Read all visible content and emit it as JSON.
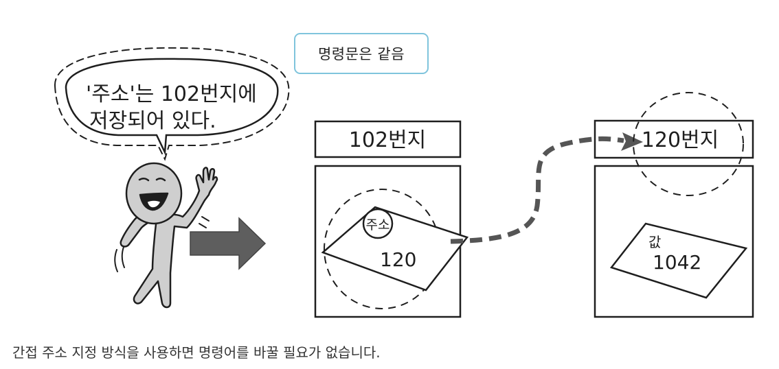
{
  "callout": "명령문은 같음",
  "speech": {
    "line1": "'주소'는 102번지에",
    "line2": "저장되어 있다."
  },
  "left_box": {
    "header": "102번지",
    "tag": "주소",
    "card_value": "120"
  },
  "right_box": {
    "header": "120번지",
    "tag": "값",
    "card_value": "1042"
  },
  "caption": "간접 주소 지정 방식을 사용하면 명령어를 바꿀 필요가 없습니다."
}
